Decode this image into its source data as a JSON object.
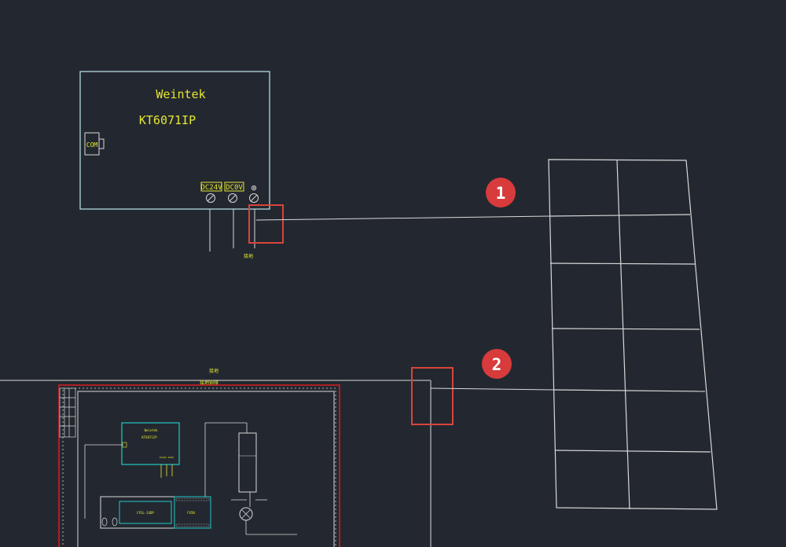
{
  "hmi": {
    "brand": "Weintek",
    "model": "KT6071IP",
    "com_label": "COM",
    "terminal_24v": "DC24V",
    "terminal_0v": "DC0V",
    "ground_symbol": "⊕",
    "ground_note": "接地"
  },
  "callouts": [
    {
      "number": "1",
      "color": "#d83b3b"
    },
    {
      "number": "2",
      "color": "#d83b3b"
    }
  ],
  "panel": {
    "top_label_1": "接地",
    "top_label_2": "接地铜排",
    "mini_hmi_brand": "Weintek",
    "mini_hmi_model": "KT6071IP",
    "mini_hmi_terminals": "DC24V DC0V",
    "plc_label": "CP1L-24DP",
    "module_label": "FX5N"
  },
  "colors": {
    "background": "#232830",
    "line": "#d8d8d8",
    "box_outline": "#bfe6ee",
    "cad_text": "#e6e632",
    "highlight": "#d9443a",
    "panel_border": "#d81e1e",
    "cyan_device": "#22c7c7"
  }
}
